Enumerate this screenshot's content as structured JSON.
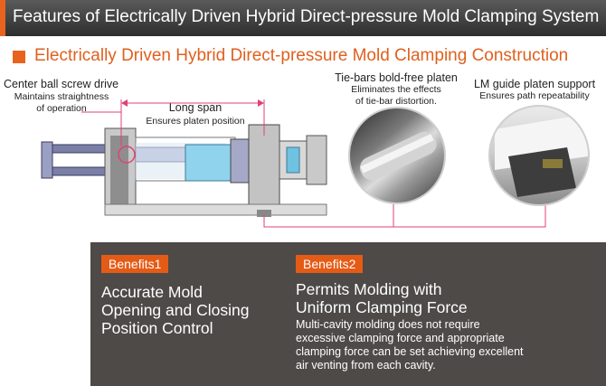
{
  "header": {
    "title": "Features of Electrically Driven Hybrid Direct-pressure Mold Clamping System"
  },
  "section": {
    "title": "Electrically Driven Hybrid Direct-pressure Mold Clamping Construction"
  },
  "callouts": {
    "center_ball": {
      "title": "Center ball screw drive",
      "line1": "Maintains straightness",
      "line2": "of operation"
    },
    "long_span": {
      "title": "Long span",
      "line1": "Ensures platen position"
    },
    "tie_bar": {
      "title": "Tie-bars bold-free platen",
      "line1": "Eliminates the effects",
      "line2": "of tie-bar distortion."
    },
    "lm_guide": {
      "title": "LM guide platen support",
      "line1": "Ensures path repeatability"
    }
  },
  "benefits": {
    "b1": {
      "badge": "Benefits1",
      "heading": [
        "Accurate Mold",
        "Opening and Closing",
        "Position Control"
      ]
    },
    "b2": {
      "badge": "Benefits2",
      "heading": [
        "Permits Molding with",
        "Uniform Clamping Force"
      ],
      "text": [
        "Multi-cavity molding does not require",
        "excessive clamping force and appropriate",
        "clamping force can be set achieving excellent",
        "air venting from each cavity."
      ]
    }
  },
  "colors": {
    "accent_orange": "#e8641e",
    "annotation_pink": "#e0407a",
    "banner_dark": "#3a3a3a",
    "benefits_bg": "#4d4a48"
  }
}
